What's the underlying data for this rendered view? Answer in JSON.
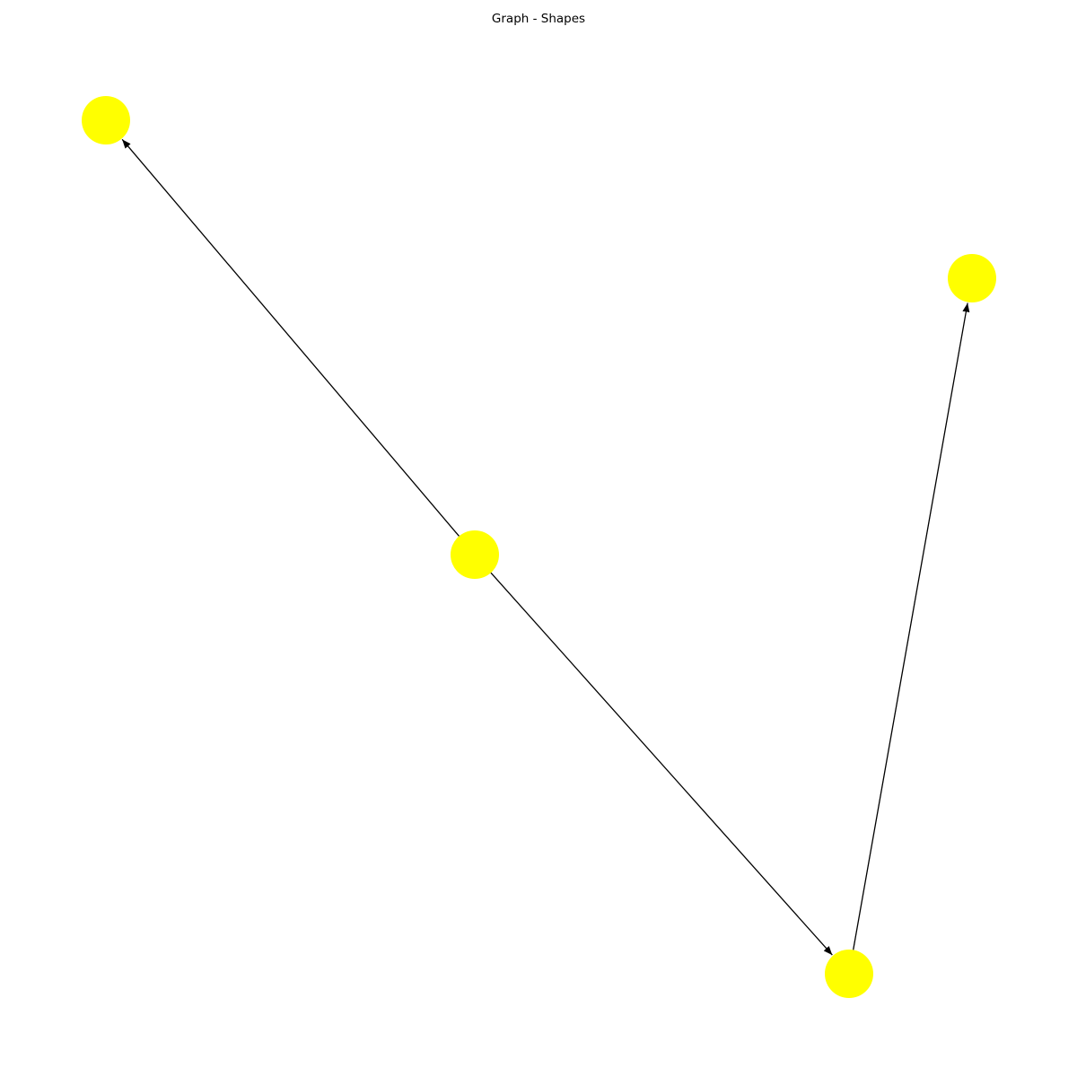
{
  "title": "Graph - Shapes",
  "directed": true,
  "node_color": "#ffff00",
  "edge_color": "#000000",
  "nodes": [
    {
      "id": "a"
    },
    {
      "id": "b"
    },
    {
      "id": "c"
    },
    {
      "id": "d"
    }
  ],
  "edges": [
    {
      "from": "a",
      "to": "b"
    },
    {
      "from": "a",
      "to": "c"
    },
    {
      "from": "c",
      "to": "d"
    }
  ]
}
